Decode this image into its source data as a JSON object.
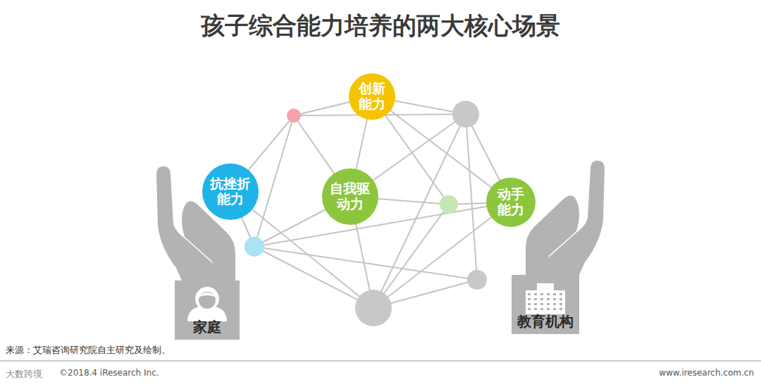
{
  "diagram": {
    "title": "孩子综合能力培养的两大核心场景",
    "caption": "来源：艾瑞咨询研究院自主研究及绘制。",
    "nodes": [
      {
        "text": [
          "创新能力"
        ]
      },
      {
        "text": [
          "抗挫折能力"
        ]
      },
      {
        "text": [
          "自我驱动力"
        ]
      },
      {
        "text": [
          "动手能力"
        ]
      },
      {
        "text": [
          "家庭"
        ]
      },
      {
        "text": [
          "教育机构"
        ]
      }
    ],
    "labels": [
      "大数跨境",
      "©2018.4 iResearch Inc.",
      "www.iresearch.com.cn"
    ]
  }
}
